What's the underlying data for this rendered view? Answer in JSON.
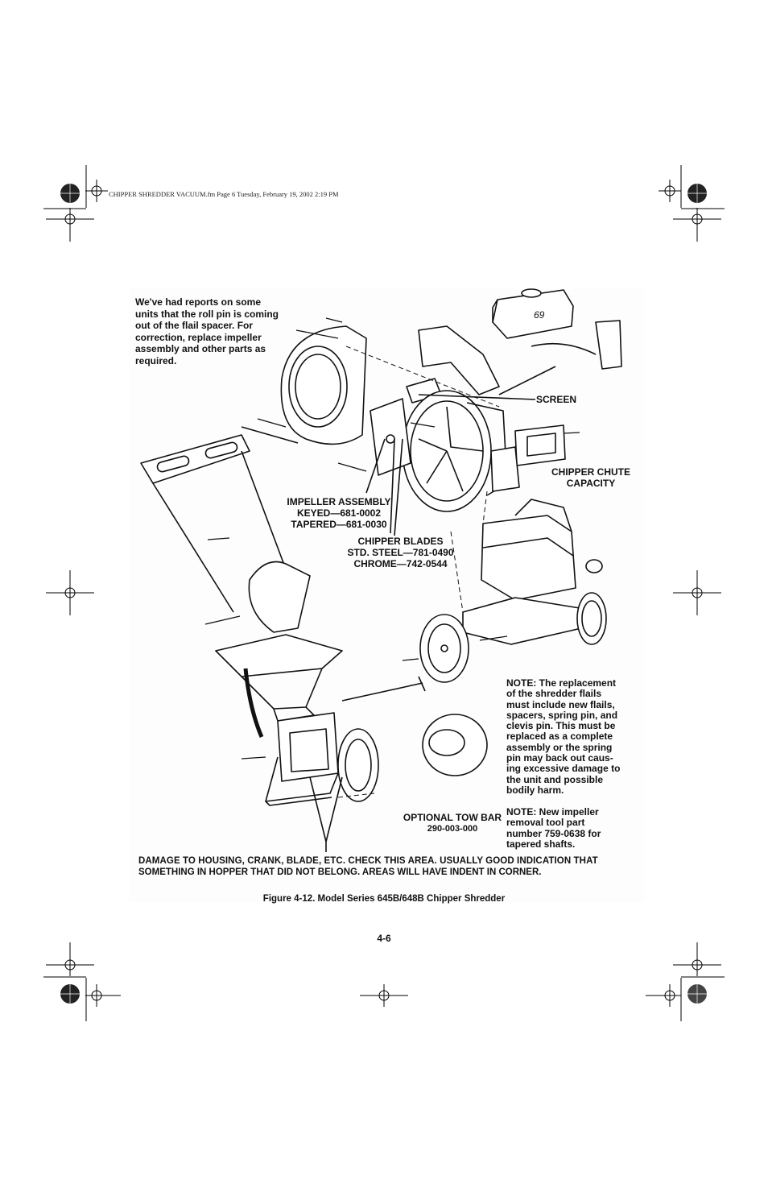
{
  "header": {
    "file_info": "CHIPPER SHREDDER VACUUM.fm  Page 6  Tuesday, February 19, 2002  2:19 PM"
  },
  "notes": {
    "roll_pin": [
      "We've had reports on some",
      "units that the roll pin is coming",
      "out of the flail spacer. For",
      "correction, replace impeller",
      "assembly and other parts as",
      "required."
    ],
    "flails": [
      "NOTE: The replacement",
      "of the shredder flails",
      "must include new flails,",
      "spacers, spring pin, and",
      "clevis pin. This must be",
      "replaced as a complete",
      "assembly or the spring",
      "pin may back out caus-",
      "ing excessive damage to",
      "the unit and possible",
      "bodily harm."
    ],
    "impeller_tool": [
      "NOTE: New impeller",
      "removal tool part",
      "number 759-0638 for",
      "tapered shafts."
    ]
  },
  "callouts": {
    "screen": "SCREEN",
    "chipper_chute": [
      "CHIPPER CHUTE",
      "CAPACITY"
    ],
    "impeller": [
      "IMPELLER ASSEMBLY",
      "KEYED—681-0002",
      "TAPERED—681-0030"
    ],
    "blades": [
      "CHIPPER BLADES",
      "STD. STEEL—781-0490",
      "CHROME—742-0544"
    ],
    "tow_bar": [
      "OPTIONAL TOW BAR",
      "290-003-000"
    ],
    "tank_number": "69"
  },
  "damage": [
    "DAMAGE TO HOUSING, CRANK, BLADE, ETC. CHECK THIS AREA. USUALLY GOOD INDICATION THAT",
    "SOMETHING IN HOPPER THAT DID NOT BELONG. AREAS WILL HAVE INDENT IN CORNER."
  ],
  "caption": "Figure 4-12.  Model Series 645B/648B Chipper Shredder",
  "page_number": "4-6"
}
